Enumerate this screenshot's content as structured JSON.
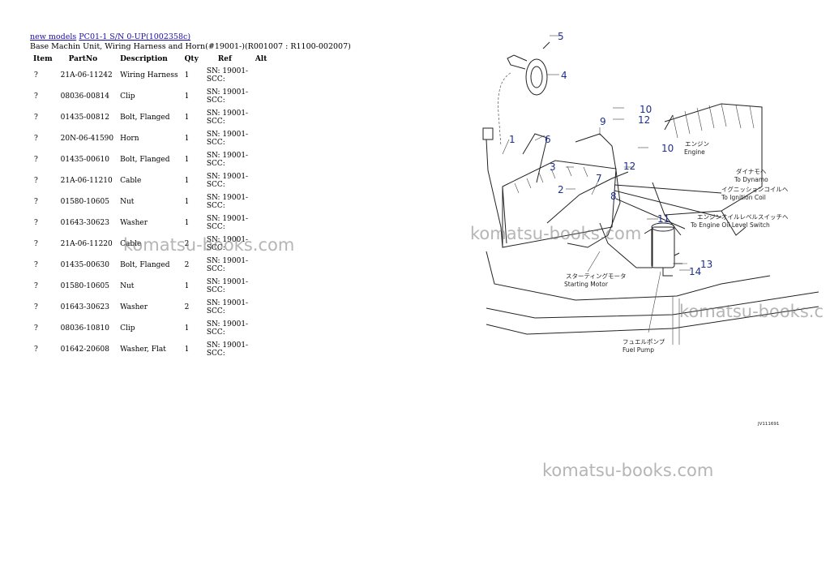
{
  "breadcrumb": {
    "link1": "new models",
    "link2": "PC01-1 S/N 0-UP(1002358c)"
  },
  "subtitle": "Base Machin Unit, Wiring Harness and Horn(#19001-)(R001007 : R1100-002007)",
  "table": {
    "headers": [
      "Item",
      "PartNo",
      "Description",
      "Qty",
      "Ref",
      "Alt"
    ],
    "rows": [
      {
        "item": "?",
        "partno": "21A-06-11242",
        "description": "Wiring Harness",
        "qty": "1",
        "ref": "SN: 19001-SCC:",
        "alt": ""
      },
      {
        "item": "?",
        "partno": "08036-00814",
        "description": "Clip",
        "qty": "1",
        "ref": "SN: 19001-SCC:",
        "alt": ""
      },
      {
        "item": "?",
        "partno": "01435-00812",
        "description": "Bolt, Flanged",
        "qty": "1",
        "ref": "SN: 19001-SCC:",
        "alt": ""
      },
      {
        "item": "?",
        "partno": "20N-06-41590",
        "description": "Horn",
        "qty": "1",
        "ref": "SN: 19001-SCC:",
        "alt": ""
      },
      {
        "item": "?",
        "partno": "01435-00610",
        "description": "Bolt, Flanged",
        "qty": "1",
        "ref": "SN: 19001-SCC:",
        "alt": ""
      },
      {
        "item": "?",
        "partno": "21A-06-11210",
        "description": "Cable",
        "qty": "1",
        "ref": "SN: 19001-SCC:",
        "alt": ""
      },
      {
        "item": "?",
        "partno": "01580-10605",
        "description": "Nut",
        "qty": "1",
        "ref": "SN: 19001-SCC:",
        "alt": ""
      },
      {
        "item": "?",
        "partno": "01643-30623",
        "description": "Washer",
        "qty": "1",
        "ref": "SN: 19001-SCC:",
        "alt": ""
      },
      {
        "item": "?",
        "partno": "21A-06-11220",
        "description": "Cable",
        "qty": "2",
        "ref": "SN: 19001-SCC:",
        "alt": ""
      },
      {
        "item": "?",
        "partno": "01435-00630",
        "description": "Bolt, Flanged",
        "qty": "2",
        "ref": "SN: 19001-SCC:",
        "alt": ""
      },
      {
        "item": "?",
        "partno": "01580-10605",
        "description": "Nut",
        "qty": "1",
        "ref": "SN: 19001-SCC:",
        "alt": ""
      },
      {
        "item": "?",
        "partno": "01643-30623",
        "description": "Washer",
        "qty": "2",
        "ref": "SN: 19001-SCC:",
        "alt": ""
      },
      {
        "item": "?",
        "partno": "08036-10810",
        "description": "Clip",
        "qty": "1",
        "ref": "SN: 19001-SCC:",
        "alt": ""
      },
      {
        "item": "?",
        "partno": "01642-20608",
        "description": "Washer, Flat",
        "qty": "1",
        "ref": "SN: 19001-SCC:",
        "alt": ""
      }
    ]
  },
  "watermarks": {
    "w1": "komatsu-books.com",
    "w2": "komatsu-books.com",
    "w3": "komatsu-books.c",
    "w4": "komatsu-books.com"
  },
  "diagram": {
    "callouts": [
      "1",
      "2",
      "3",
      "4",
      "5",
      "6",
      "7",
      "8",
      "9",
      "10",
      "10",
      "11",
      "12",
      "12",
      "13",
      "14"
    ],
    "captions": {
      "engine_jp": "エンジン",
      "engine_en": "Engine",
      "dynamo_jp": "ダイナモヘ",
      "dynamo_en": "To Dynamo",
      "ignition_jp": "イグニッションコイルヘ",
      "ignition_en": "To Ignition Coil",
      "oil_jp": "エンジンオイルレベルスイッチヘ",
      "oil_en": "To Engine Oil Level Switch",
      "starter_jp": "スターティングモータ",
      "starter_en": "Starting Motor",
      "fuel_jp": "フュエルポンプ",
      "fuel_en": "Fuel Pump",
      "code": "JV111691"
    }
  }
}
